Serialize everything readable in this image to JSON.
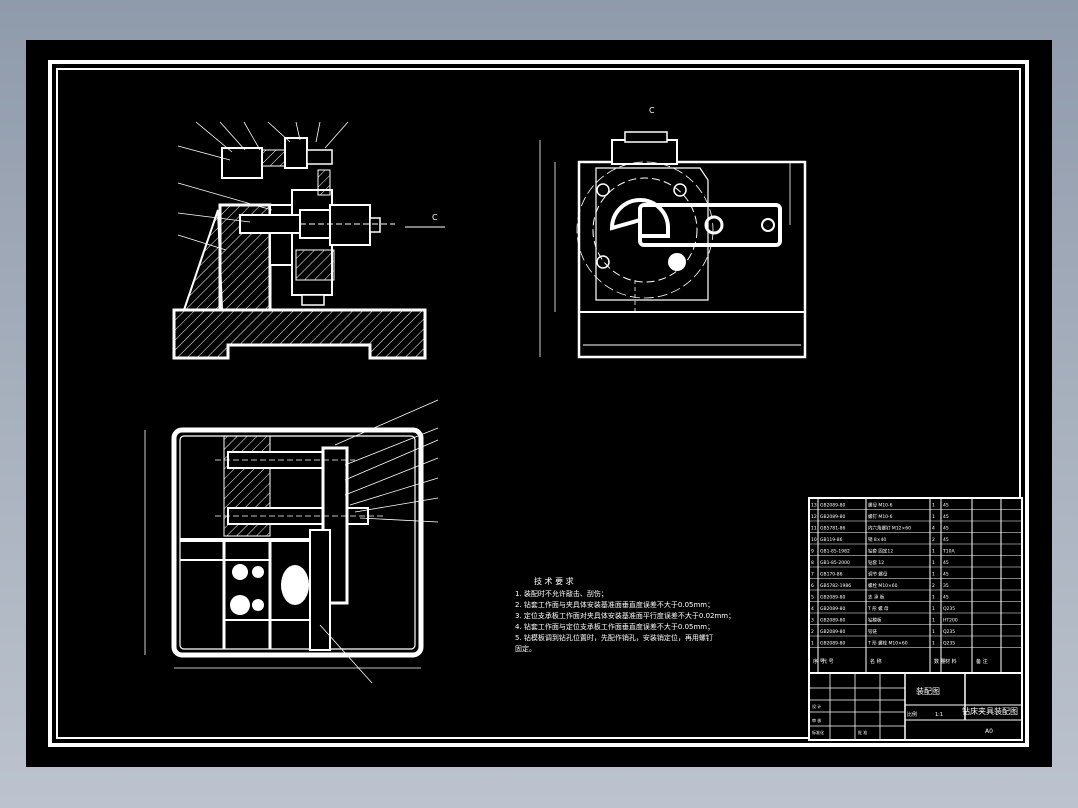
{
  "drawing": {
    "background": "#000000",
    "line_color": "#ffffff",
    "viewport_bg": "#9aa4b3"
  },
  "view_labels": {
    "section_arrow": "C",
    "view_c": "C"
  },
  "tech_requirements": {
    "heading": "技 术 要 求",
    "lines": [
      "1. 装配时不允许敲击、刮伤；",
      "2. 钻套工作面与夹具体安装基准面垂直度误差不大于0.05mm；",
      "3. 定位支承板工作面对夹具体安装基准面平行度误差不大于0.02mm；",
      "4. 钻套工作面与定位支承板工作面垂直度误差不大于0.05mm；",
      "5. 钻模板调到钻孔位置时，先配作销孔，安装销定位，再用螺钉",
      "固定。"
    ]
  },
  "parts_list": {
    "rows": [
      [
        "13",
        "GB2089-80",
        "螺母 M10-6",
        "1",
        "45",
        ""
      ],
      [
        "12",
        "GB2089-80",
        "螺钉 M10-6",
        "1",
        "45",
        ""
      ],
      [
        "11",
        "GB5781-86",
        "内六角螺钉 M12×60",
        "4",
        "45",
        ""
      ],
      [
        "10",
        "GB119-86",
        "销 8×40",
        "2",
        "45",
        ""
      ],
      [
        "9",
        "GB1-85-1982",
        "钻套 固定12",
        "1",
        "T10A",
        ""
      ],
      [
        "8",
        "GB1-85-2000",
        "钻套 12",
        "1",
        "45",
        ""
      ],
      [
        "7",
        "GB170-86",
        "调节 螺母",
        "1",
        "45",
        ""
      ],
      [
        "6",
        "GB5782-1986",
        "螺栓 M10×60",
        "2",
        "35",
        ""
      ],
      [
        "5",
        "GB2089-80",
        "支 承 板",
        "1",
        "45",
        ""
      ],
      [
        "4",
        "GB2089-80",
        "T 形 螺 母",
        "1",
        "Q235",
        ""
      ],
      [
        "3",
        "GB2089-80",
        "钻模板",
        "1",
        "HT200",
        ""
      ],
      [
        "2",
        "GB2089-80",
        "铰链",
        "1",
        "Q235",
        ""
      ],
      [
        "1",
        "GB2089-80",
        "T 形 螺栓 M10×60",
        "1",
        "Q235",
        ""
      ]
    ],
    "header": {
      "seq": "序 号",
      "code": "代 号",
      "name": "名 称",
      "qty": "数 量",
      "material": "材 料",
      "remark": "备 注"
    }
  },
  "title_block": {
    "drawing_title": "装配图",
    "part_title": "钻床夹具装配图",
    "scale_label": "比例",
    "sheet_label": "1:1",
    "company": "A0",
    "designer": "设 计",
    "checker": "审 核",
    "standard": "标准化",
    "approve": "批 准"
  }
}
